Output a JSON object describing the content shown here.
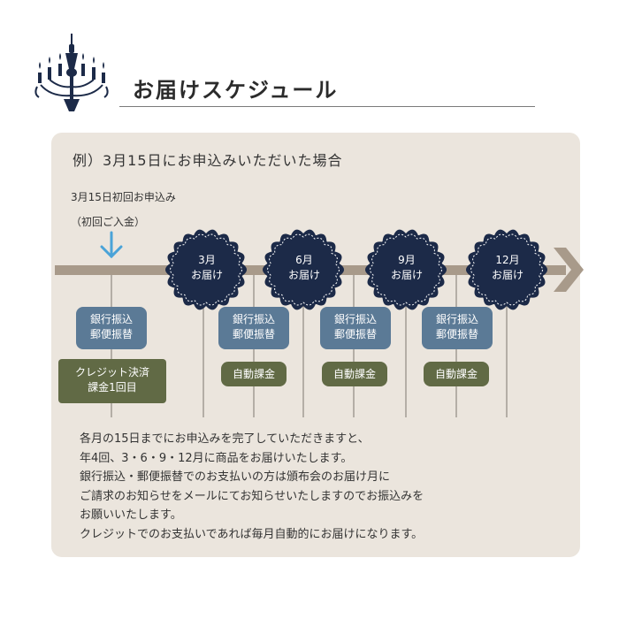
{
  "header": {
    "title": "お届けスケジュール",
    "icon": "chandelier-icon"
  },
  "example": {
    "heading": "例）3月15日にお申込みいただいた場合",
    "first_order_line1": "3月15日初回お申込み",
    "first_order_line2": "（初回ご入金）"
  },
  "deliveries": [
    {
      "line1": "3月",
      "line2": "お届け"
    },
    {
      "line1": "6月",
      "line2": "お届け"
    },
    {
      "line1": "9月",
      "line2": "お届け"
    },
    {
      "line1": "12月",
      "line2": "お届け"
    }
  ],
  "payments": {
    "bank_line1": "銀行振込",
    "bank_line2": "郵便振替",
    "credit_line1": "クレジット決済",
    "credit_line2": "課金1回目",
    "auto": "自動課金"
  },
  "notes": [
    "各月の15日までにお申込みを完了していただきますと、",
    "年4回、3・6・9・12月に商品をお届けいたします。",
    "銀行振込・郵便振替でのお支払いの方は頒布会のお届け月に",
    "ご請求のお知らせをメールにてお知らせいたしますのでお振込みを",
    "お願いいたします。",
    "クレジットでのお支払いであれば毎月自動的にお届けになります。"
  ],
  "colors": {
    "panel": "#ebe5dd",
    "timeline": "#a89a8a",
    "navy": "#1c2a48",
    "blue_box": "#5b7a96",
    "olive_box": "#616a45",
    "arrow": "#4aa3d8"
  }
}
